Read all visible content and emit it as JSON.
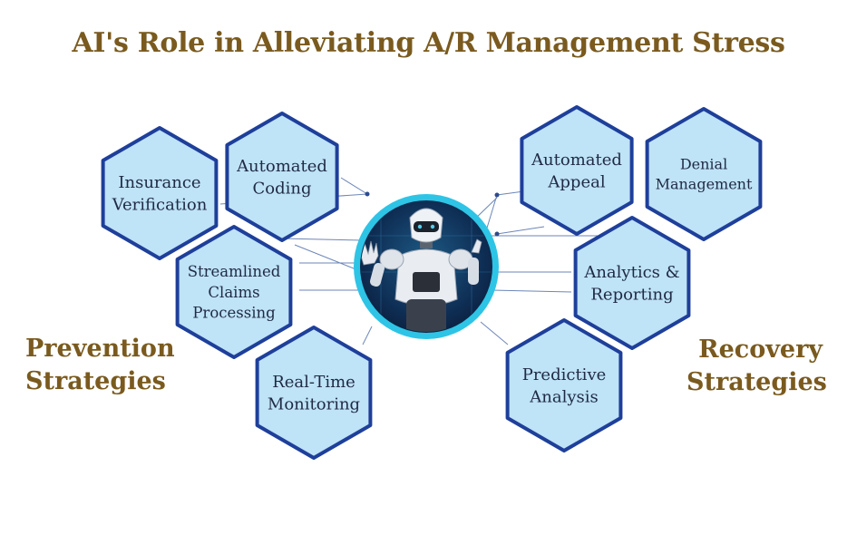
{
  "title": "AI's Role in Alleviating A/R Management Stress",
  "left_group": {
    "line1": "Prevention",
    "line2": "Strategies"
  },
  "right_group": {
    "line1": "Recovery",
    "line2": "Strategies"
  },
  "hexagons": [
    {
      "id": "insurance-verification",
      "lines": [
        "Insurance",
        "Verification"
      ]
    },
    {
      "id": "automated-coding",
      "lines": [
        "Automated",
        "Coding"
      ]
    },
    {
      "id": "streamlined-claims-processing",
      "lines": [
        "Streamlined",
        "Claims",
        "Processing"
      ]
    },
    {
      "id": "real-time-monitoring",
      "lines": [
        "Real-Time",
        "Monitoring"
      ]
    },
    {
      "id": "automated-appeal",
      "lines": [
        "Automated",
        "Appeal"
      ]
    },
    {
      "id": "denial-management",
      "lines": [
        "Denial",
        "Management"
      ]
    },
    {
      "id": "analytics-reporting",
      "lines": [
        "Analytics &",
        "Reporting"
      ]
    },
    {
      "id": "predictive-analysis",
      "lines": [
        "Predictive",
        "Analysis"
      ]
    }
  ],
  "colors": {
    "title": "#7a5a1e",
    "hex_fill": "#bfe3f7",
    "hex_stroke": "#1e3f9a",
    "connector": "#6d86b8",
    "robot_ring": "#2ec4e6"
  },
  "center_icon": "robot-icon"
}
